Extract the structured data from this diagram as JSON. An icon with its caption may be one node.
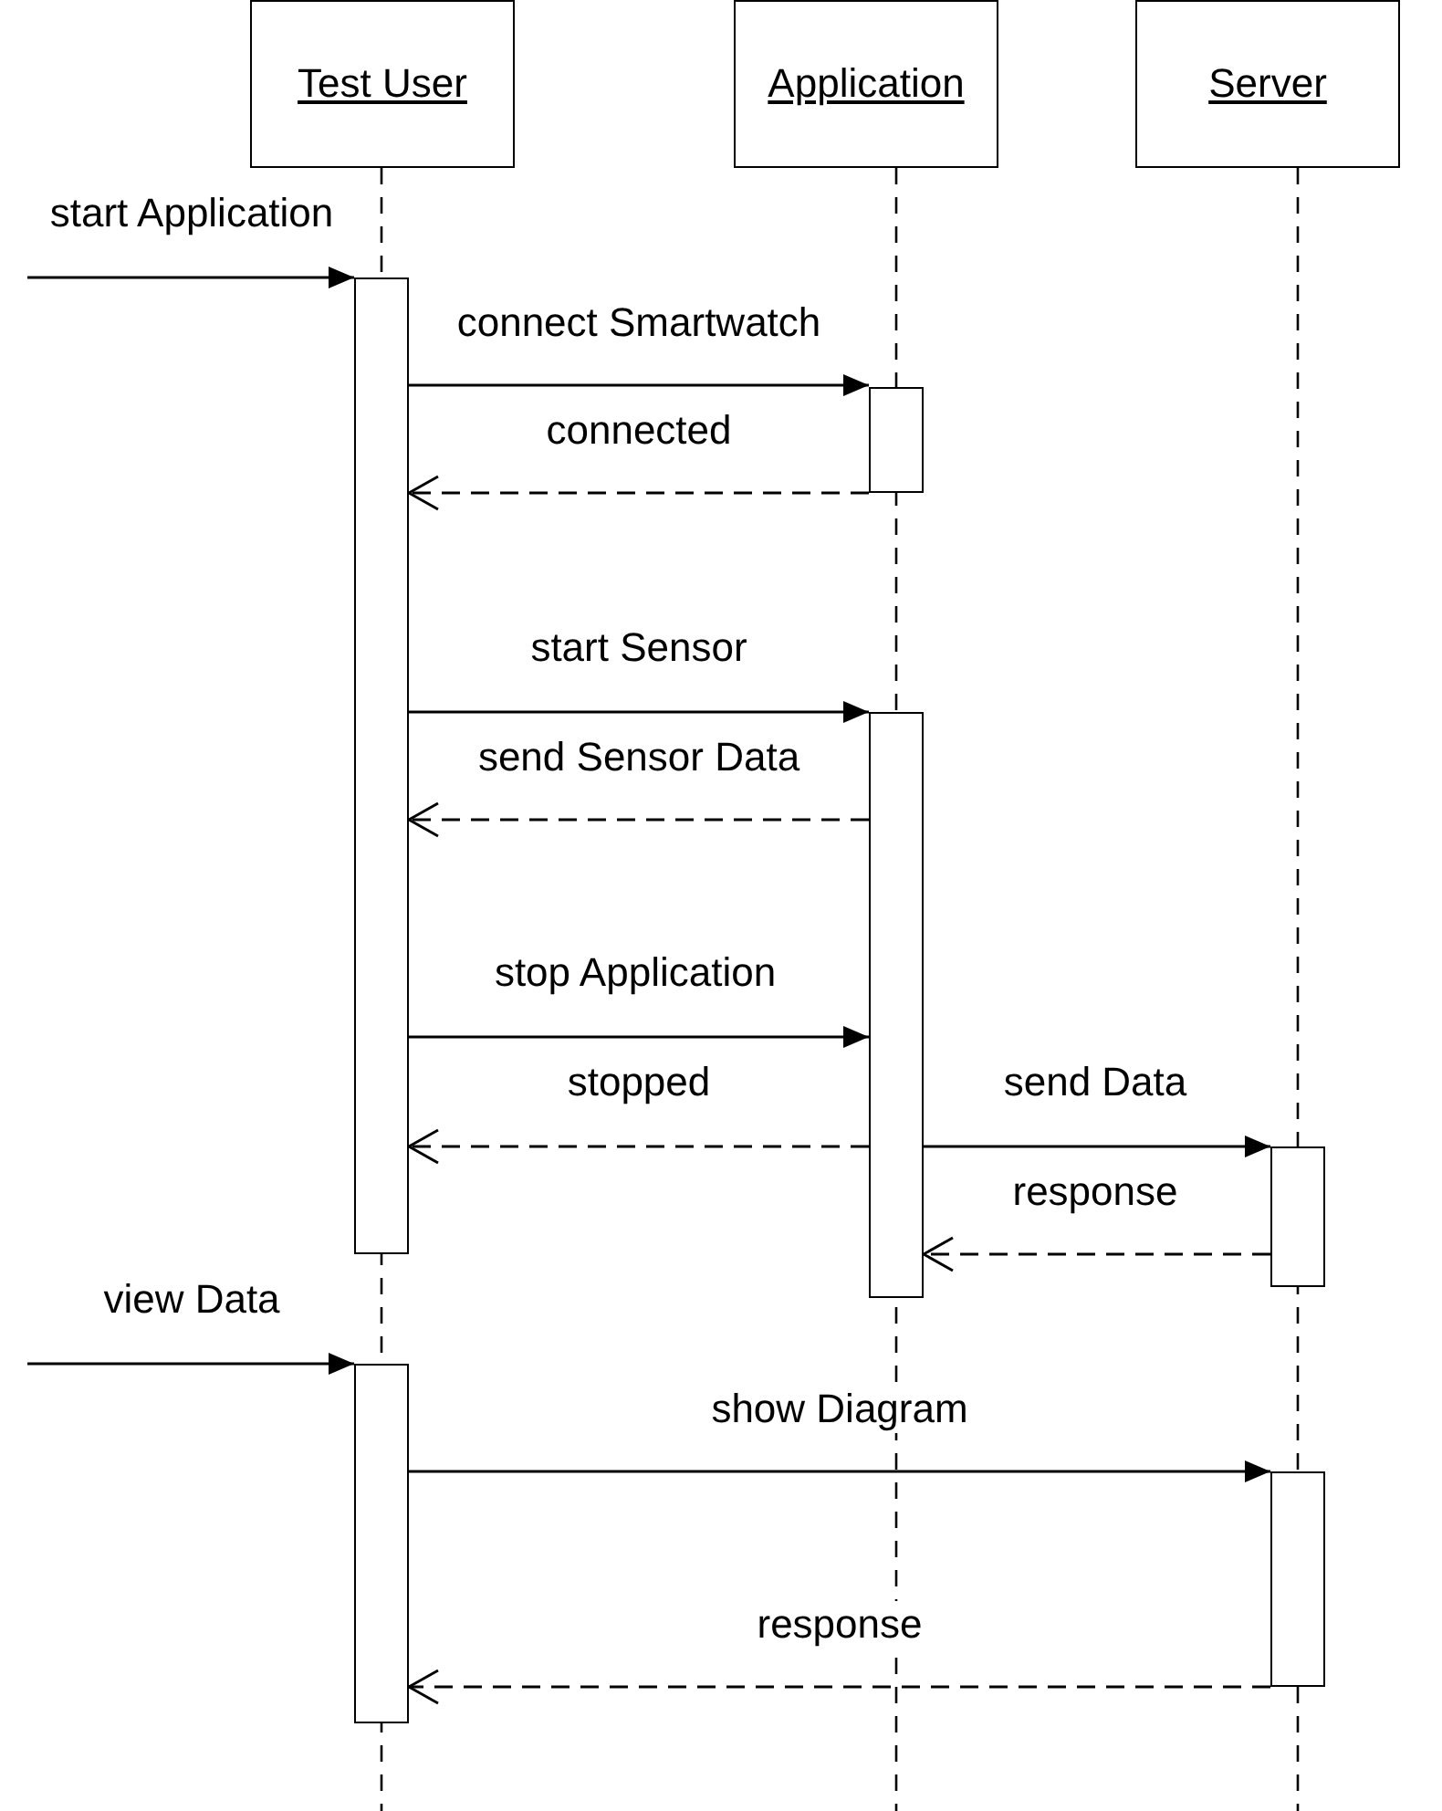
{
  "diagram": {
    "nodes": [
      {
        "text": [
          "Test User"
        ]
      },
      {
        "text": [
          "Application"
        ]
      },
      {
        "text": [
          "Server"
        ]
      },
      {
        "text": [],
        "shape": "bar"
      },
      {
        "text": [],
        "shape": "bar"
      },
      {
        "text": [],
        "shape": "bar"
      },
      {
        "text": [],
        "shape": "bar"
      },
      {
        "text": [],
        "shape": "bar"
      },
      {
        "text": [],
        "shape": "bar"
      }
    ],
    "edges": [
      {
        "from": null,
        "to": 3,
        "arrow": "to",
        "label": "start Application"
      },
      {
        "from": 3,
        "to": 4,
        "arrow": "to",
        "label": "connect Smartwatch"
      },
      {
        "from": 4,
        "to": 3,
        "arrow": "to",
        "label": "connected",
        "style": "dashed"
      },
      {
        "from": 3,
        "to": 5,
        "arrow": "to",
        "label": "start Sensor"
      },
      {
        "from": 5,
        "to": 3,
        "arrow": "to",
        "label": "send Sensor Data",
        "style": "dashed"
      },
      {
        "from": 3,
        "to": 5,
        "arrow": "to",
        "label": "stop Application"
      },
      {
        "from": 5,
        "to": 3,
        "arrow": "to",
        "label": "stopped",
        "style": "dashed"
      },
      {
        "from": 5,
        "to": 6,
        "arrow": "to",
        "label": "send Data"
      },
      {
        "from": 6,
        "to": 5,
        "arrow": "to",
        "label": "response",
        "style": "dashed"
      },
      {
        "from": null,
        "to": 7,
        "arrow": "to",
        "label": "view Data"
      },
      {
        "from": 7,
        "to": 8,
        "arrow": "to",
        "label": "show Diagram"
      },
      {
        "from": 8,
        "to": 7,
        "arrow": "to",
        "label": "response",
        "style": "dashed"
      }
    ]
  }
}
